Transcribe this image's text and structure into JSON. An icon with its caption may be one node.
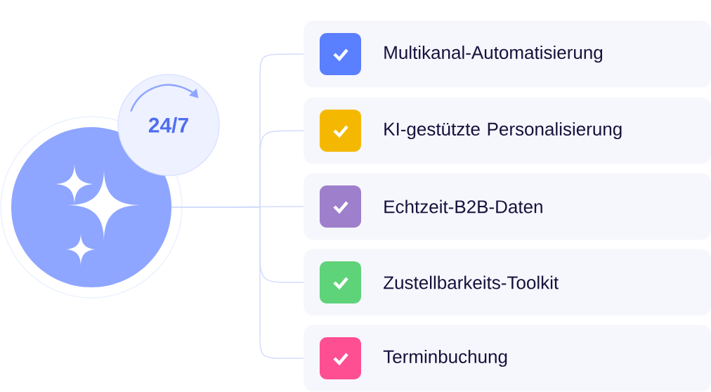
{
  "diagram": {
    "nodes": [
      {
        "text": [],
        "shape": "circle"
      },
      {
        "text": [
          "24/7"
        ]
      },
      {
        "text": [
          "Multikanal-Automatisierung"
        ]
      },
      {
        "text": [
          "KI-gestützte Personalisierung"
        ]
      },
      {
        "text": [
          "Echtzeit-B2B-Daten"
        ]
      },
      {
        "text": [
          "Zustellbarkeits-Toolkit"
        ]
      },
      {
        "text": [
          "Terminbuchung"
        ]
      }
    ],
    "edges": [
      {
        "from": 0,
        "to": 2,
        "arrow": "none"
      },
      {
        "from": 0,
        "to": 3,
        "arrow": "none"
      },
      {
        "from": 0,
        "to": 4,
        "arrow": "none"
      },
      {
        "from": 0,
        "to": 5,
        "arrow": "none"
      },
      {
        "from": 0,
        "to": 6,
        "arrow": "none"
      }
    ]
  }
}
